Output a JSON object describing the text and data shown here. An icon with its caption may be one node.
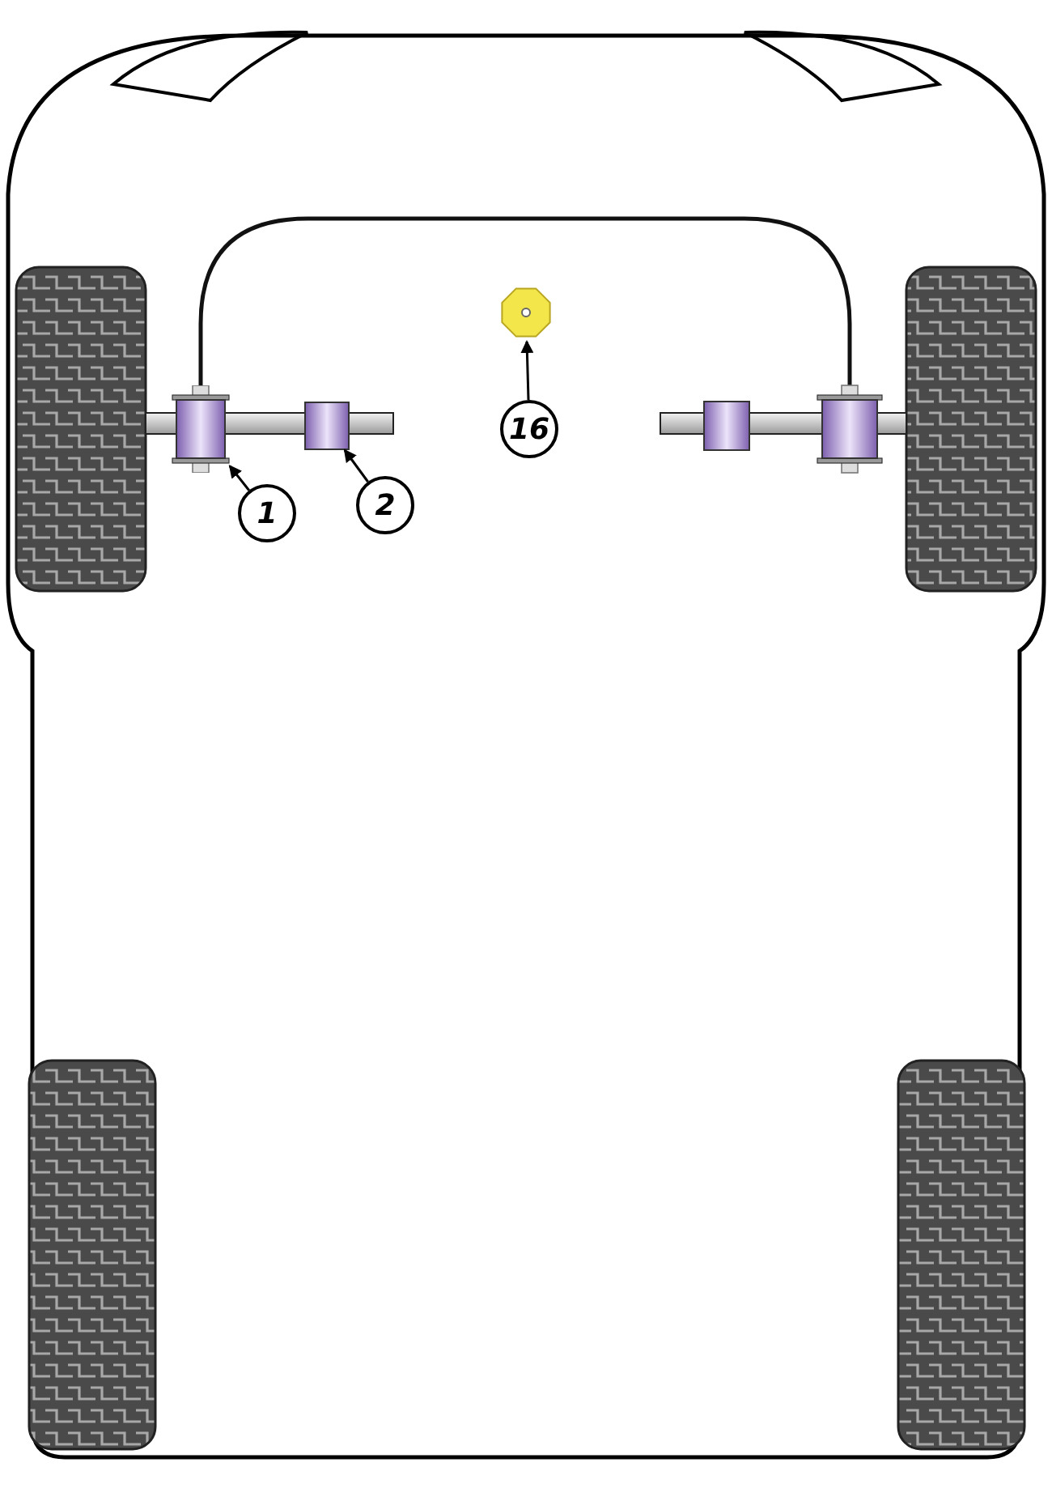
{
  "diagram": {
    "nodes": [
      {
        "text": [],
        "shape": "picture"
      },
      {
        "text": [],
        "shape": "picture"
      },
      {
        "text": [],
        "shape": "picture"
      },
      {
        "text": [
          "16"
        ]
      },
      {
        "text": [
          "1"
        ]
      },
      {
        "text": [
          "2"
        ]
      }
    ],
    "edges": [
      {
        "from": 3,
        "to": 0,
        "arrow": "to"
      },
      {
        "from": 4,
        "to": 1,
        "arrow": "to"
      },
      {
        "from": 5,
        "to": 2,
        "arrow": "to"
      }
    ]
  }
}
